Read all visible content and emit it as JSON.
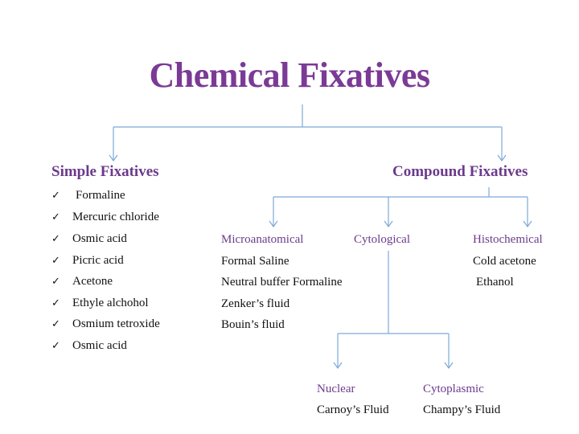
{
  "title": "Chemical Fixatives",
  "simple": {
    "heading": "Simple Fixatives",
    "check_icon": "checkmark-icon",
    "items": [
      "Formaline",
      "Mercuric chloride",
      "Osmic acid",
      "Picric acid",
      "Acetone",
      "Ethyle alchohol",
      "Osmium tetroxide",
      "Osmic acid"
    ]
  },
  "compound": {
    "heading": "Compound Fixatives",
    "microanatomical": {
      "label": "Microanatomical",
      "items": [
        "Formal Saline",
        "Neutral buffer Formaline",
        "Zenker’s fluid",
        "Bouin’s fluid"
      ]
    },
    "cytological": {
      "label": "Cytological",
      "nuclear": {
        "label": "Nuclear",
        "item": "Carnoy’s Fluid"
      },
      "cytoplasmic": {
        "label": "Cytoplasmic",
        "item": "Champy’s Fluid"
      }
    },
    "histochemical": {
      "label": "Histochemical",
      "items": [
        "Cold acetone",
        "Ethanol"
      ]
    }
  },
  "colors": {
    "title": "#7b3a96",
    "heading": "#6b3a8c",
    "connector": "#7da9d6"
  }
}
